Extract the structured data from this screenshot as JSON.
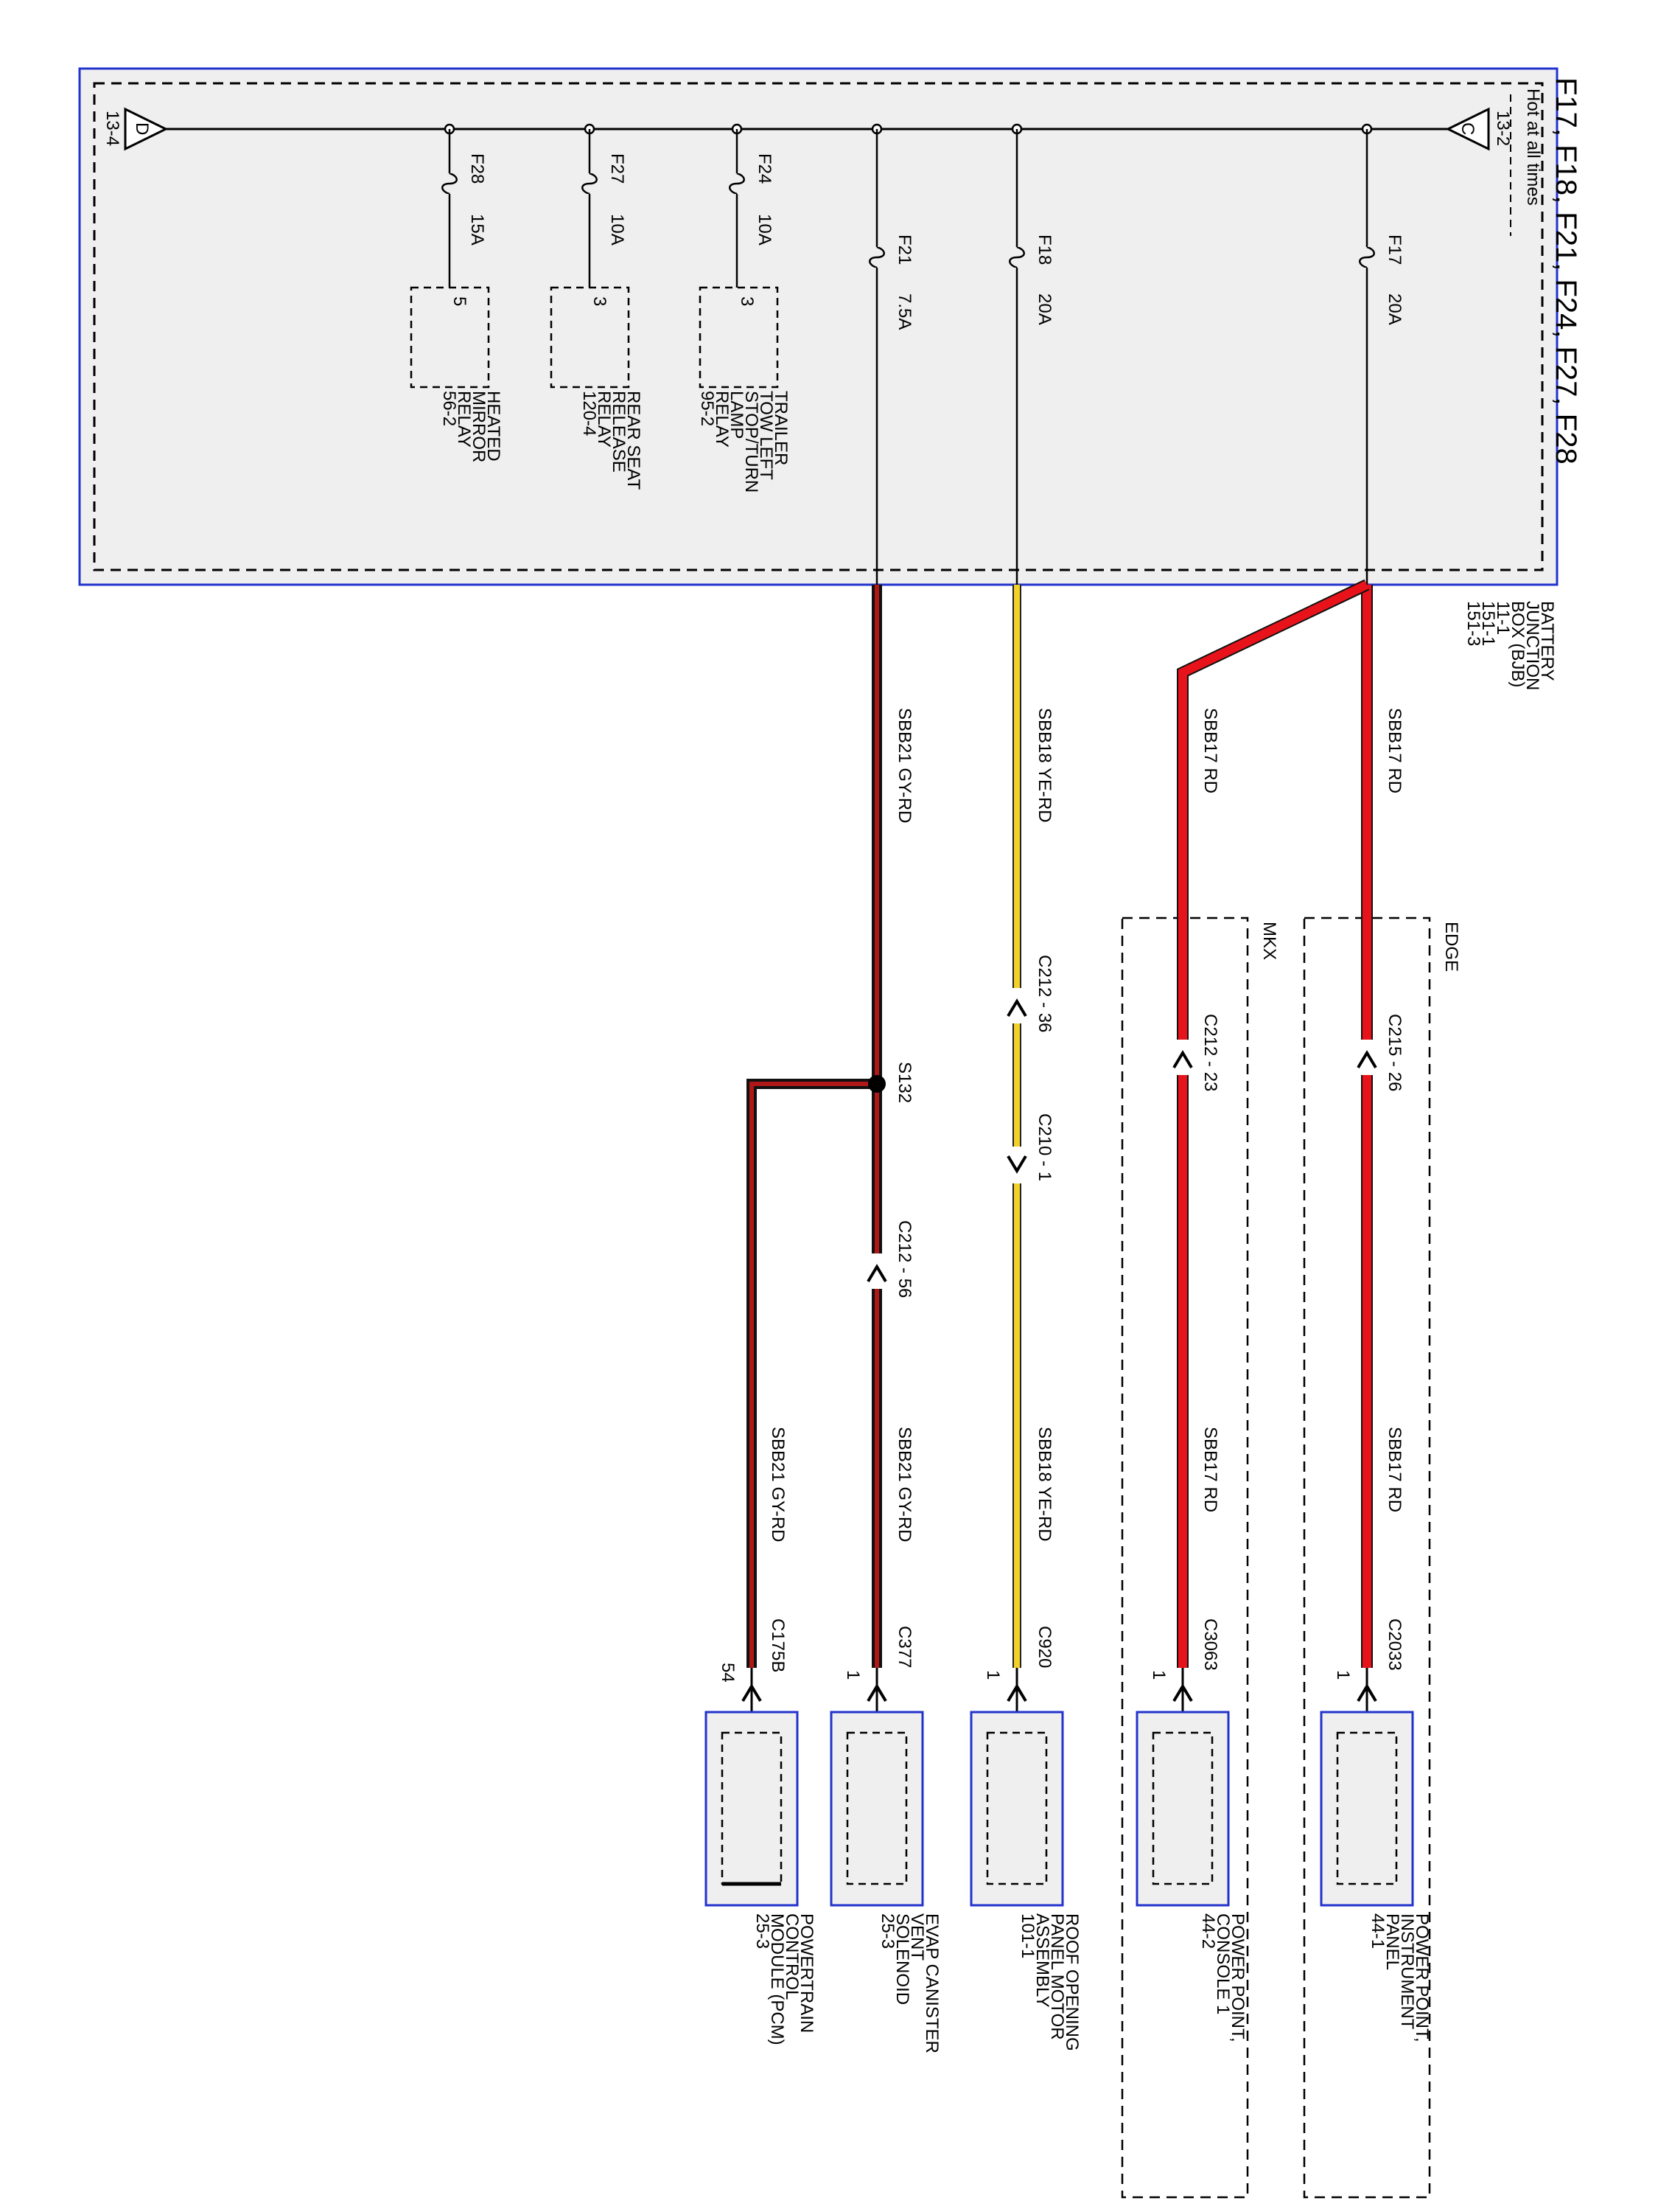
{
  "title": "F17, F18, F21, F24, F27, F28",
  "bjb": {
    "label_lines": [
      "BATTERY",
      "JUNCTION",
      "BOX (BJB)",
      "11-1",
      "151-1",
      "151-3"
    ],
    "hot_label": "Hot at all times",
    "bus_in": {
      "letter": "C",
      "ref": "13-2"
    },
    "bus_out": {
      "letter": "D",
      "ref": "13-4"
    }
  },
  "fuses": [
    {
      "id": "F17",
      "rating": "20A"
    },
    {
      "id": "F18",
      "rating": "20A"
    },
    {
      "id": "F21",
      "rating": "7.5A"
    },
    {
      "id": "F24",
      "rating": "10A"
    },
    {
      "id": "F27",
      "rating": "10A"
    },
    {
      "id": "F28",
      "rating": "15A"
    }
  ],
  "relays": [
    {
      "pin": "3",
      "lines": [
        "TRAILER",
        "TOW LEFT",
        "STOP/TURN",
        "LAMP",
        "RELAY",
        "95-2"
      ]
    },
    {
      "pin": "3",
      "lines": [
        "REAR SEAT",
        "RELEASE",
        "RELAY",
        "120-4"
      ]
    },
    {
      "pin": "5",
      "lines": [
        "HEATED",
        "MIRROR",
        "RELAY",
        "56-2"
      ]
    }
  ],
  "options": {
    "edge": "EDGE",
    "mkx": "MKX"
  },
  "circuits": {
    "sbb17": "SBB17  RD",
    "sbb18": "SBB18  YE-RD",
    "sbb21": "SBB21  GY-RD"
  },
  "colors": {
    "RD": "#e8131a",
    "YE-RD": "#f2d22a",
    "GY-RD": "#5a1010",
    "box_border": "#2233cc",
    "box_fill": "#efefef"
  },
  "connectors": {
    "c215_26": "C215 - 26",
    "c212_23": "C212 - 23",
    "c212_36": "C212 - 36",
    "c210_1": "C210 - 1",
    "c212_56": "C212 - 56",
    "s132": "S132"
  },
  "components": [
    {
      "connector": "C2033",
      "pin": "1",
      "lines": [
        "POWER POINT,",
        "INSTRUMENT",
        "PANEL",
        "44-1"
      ]
    },
    {
      "connector": "C3063",
      "pin": "1",
      "lines": [
        "POWER POINT,",
        "CONSOLE 1",
        "44-2"
      ]
    },
    {
      "connector": "C920",
      "pin": "1",
      "lines": [
        "ROOF OPENING",
        "PANEL MOTOR",
        "ASSEMBLY",
        "101-1"
      ]
    },
    {
      "connector": "C377",
      "pin": "1",
      "lines": [
        "EVAP CANISTER",
        "VENT",
        "SOLENOID",
        "25-3"
      ]
    },
    {
      "connector": "C175B",
      "pin": "54",
      "lines": [
        "POWERTRAIN",
        "CONTROL",
        "MODULE (PCM)",
        "25-3"
      ]
    }
  ]
}
